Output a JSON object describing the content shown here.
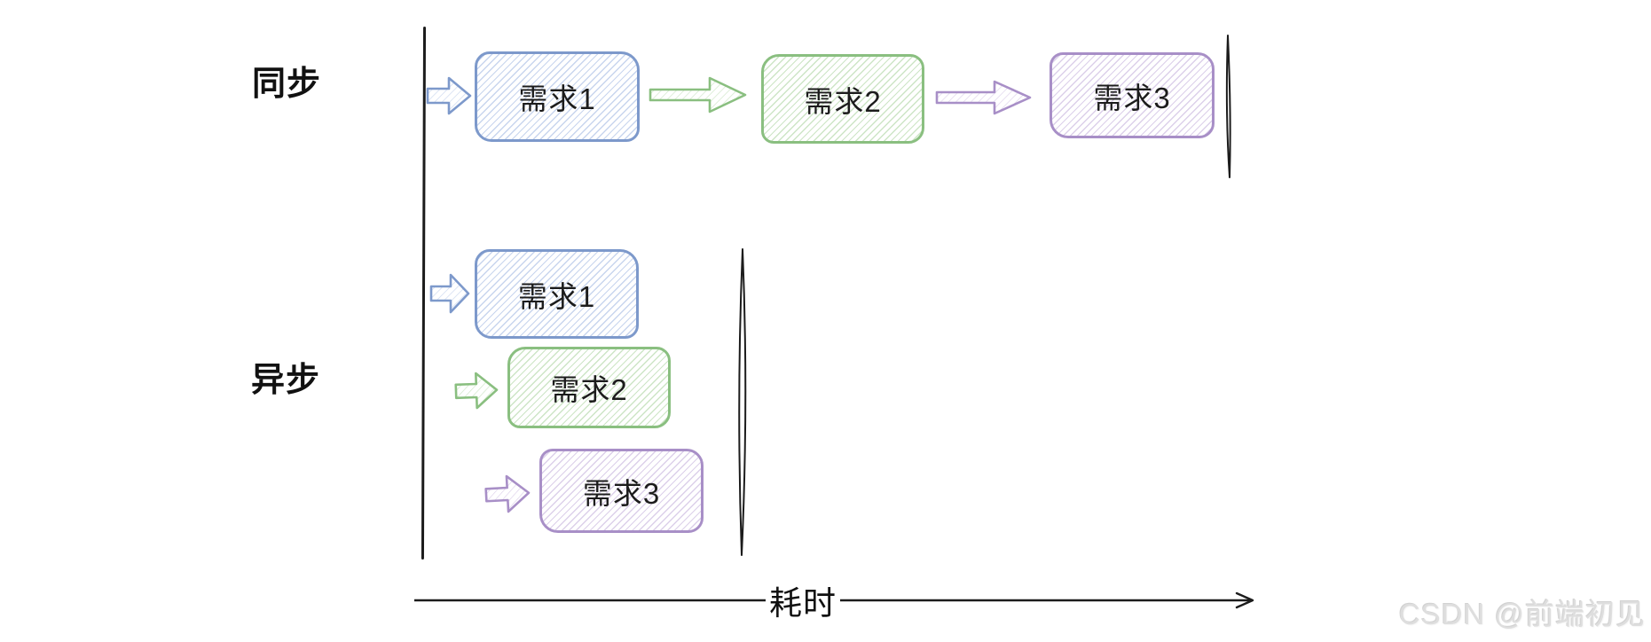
{
  "sync_row": {
    "label": "同步",
    "nodes": [
      {
        "label": "需求1",
        "color": "#7d99cb"
      },
      {
        "label": "需求2",
        "color": "#8abf80"
      },
      {
        "label": "需求3",
        "color": "#a88fc7"
      }
    ]
  },
  "async_row": {
    "label": "异步",
    "nodes": [
      {
        "label": "需求1",
        "color": "#7d99cb"
      },
      {
        "label": "需求2",
        "color": "#8abf80"
      },
      {
        "label": "需求3",
        "color": "#a88fc7"
      }
    ]
  },
  "axis": {
    "label": "耗时"
  },
  "watermark": {
    "text": "CSDN @前端初见",
    "color": "#dedede"
  },
  "colors": {
    "node_blue": "#7d99cb",
    "node_green": "#8abf80",
    "node_purple": "#a88fc7",
    "ink_line": "#1c1c1c",
    "hatch_blue": "#c8d5ee",
    "hatch_green": "#cde5c6",
    "hatch_purple": "#dcd0ea"
  },
  "icons": {
    "entry_arrow": "block-arrow-right-icon",
    "flow_arrow": "block-arrow-right-icon",
    "axis_arrow": "line-arrow-right-icon"
  }
}
